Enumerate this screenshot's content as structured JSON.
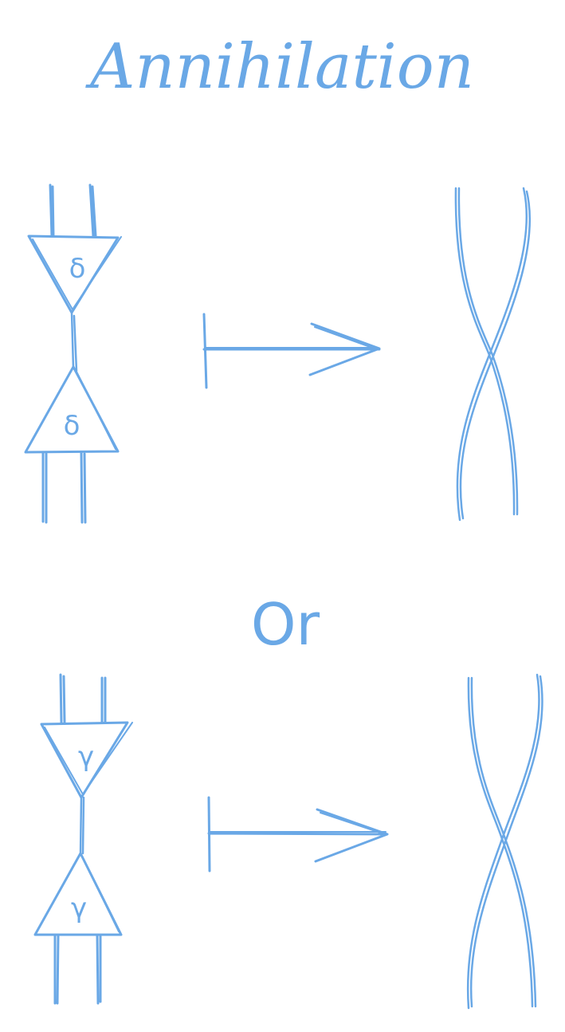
{
  "title": "Annihilation",
  "separator": "Or",
  "rules": [
    {
      "agent_symbol": "δ"
    },
    {
      "agent_symbol": "γ"
    }
  ],
  "colors": {
    "stroke": "#6aa8e6",
    "background": "#ffffff"
  }
}
